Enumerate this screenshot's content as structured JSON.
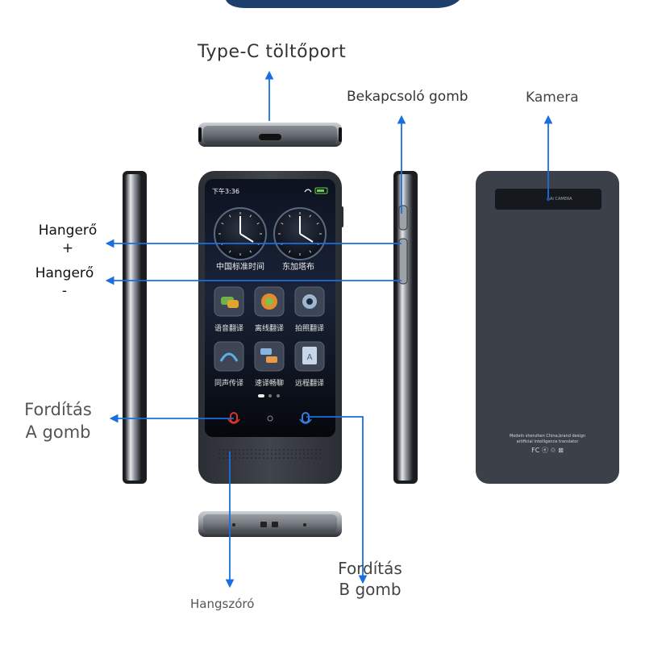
{
  "labels": {
    "charging_port": "Type-C töltőport",
    "power_button": "Bekapcsoló gomb",
    "camera": "Kamera",
    "volume_up_word": "Hangerő",
    "volume_up_sign": "+",
    "volume_down_word": "Hangerő",
    "volume_down_sign": "-",
    "translate_a_1": "Fordítás",
    "translate_a_2": "A gomb",
    "translate_b_1": "Fordítás",
    "translate_b_2": "B gomb",
    "speaker": "Hangszóró"
  },
  "screen": {
    "time": "下午3:36",
    "clock_1_label": "中国标准时间",
    "clock_2_label": "东加塔布",
    "apps": [
      {
        "label": "语音翻译",
        "icon": "voice-translate-icon"
      },
      {
        "label": "离线翻译",
        "icon": "offline-translate-icon"
      },
      {
        "label": "拍照翻译",
        "icon": "camera-translate-icon"
      },
      {
        "label": "同声传译",
        "icon": "simultaneous-interpretation-icon"
      },
      {
        "label": "速译畅聊",
        "icon": "chat-translate-icon"
      },
      {
        "label": "远程翻译",
        "icon": "remote-translate-icon"
      }
    ]
  },
  "back": {
    "camera_text": "AI CAMERA",
    "model_line": "Modeln shenzhen China,brand design",
    "desc_line": "artificial intelligence translator",
    "cert_marks": "FC ⓔ ♲ ⊠"
  },
  "colors": {
    "arrow": "#1a6fe0",
    "device_body": "#3a3e46",
    "device_back": "#3b4049",
    "mic_a": "#e0302a",
    "mic_b": "#3a7be0"
  }
}
